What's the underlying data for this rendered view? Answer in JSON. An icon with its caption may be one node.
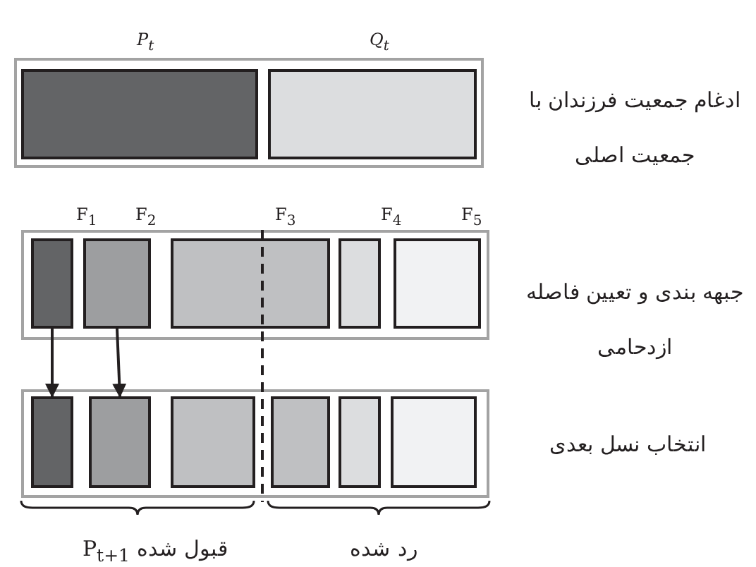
{
  "diagram": {
    "nodes": [
      {
        "text": [],
        "shape": "box"
      },
      {
        "text": [
          "P$_{t}$"
        ],
        "in": 0
      },
      {
        "text": [
          "Q$_{t}$"
        ],
        "in": 0
      },
      {
        "text": [],
        "shape": "box"
      },
      {
        "text": [
          "F$_{1}$"
        ],
        "in": 3
      },
      {
        "text": [
          "F$_{2}$"
        ],
        "in": 3
      },
      {
        "text": [
          "F$_{3}$"
        ],
        "in": 3
      },
      {
        "text": [
          "F$_{4}$"
        ],
        "in": 3
      },
      {
        "text": [
          "F$_{5}$"
        ],
        "in": 3
      },
      {
        "text": [],
        "shape": "box"
      },
      {
        "text": [],
        "shape": "box",
        "in": 9
      },
      {
        "text": [],
        "shape": "box",
        "in": 9
      },
      {
        "text": [],
        "shape": "box",
        "in": 9
      },
      {
        "text": [],
        "shape": "box",
        "in": 9
      },
      {
        "text": [],
        "shape": "box",
        "in": 9
      },
      {
        "text": [],
        "shape": "box",
        "in": 9
      }
    ],
    "edges": [
      {
        "from": 4,
        "to": 10,
        "arrow": "to"
      },
      {
        "from": 5,
        "to": 11,
        "arrow": "to"
      }
    ],
    "labels": [
      "ادغام جمعیت فرزندان با جمعیت اصلی",
      "جبهه بندی و تعیین فاصله ازدحامی",
      "انتخاب نسل بعدی",
      "قبول شده P$_{t+1}$",
      "رد شده"
    ]
  }
}
